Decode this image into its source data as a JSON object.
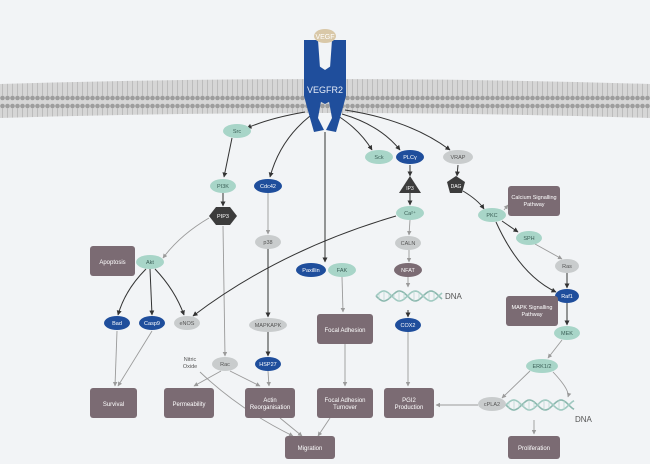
{
  "receptor": {
    "ligand": "VEGF",
    "name": "VEGFR2"
  },
  "nodes": {
    "src": "Src",
    "pi3k": "PI3K",
    "cdc42": "Cdc42",
    "pip3": "PIP3",
    "p38": "p38",
    "mapkapk": "MAPKAPK",
    "hsp27": "HSP27",
    "akt": "Akt",
    "apoptosis": "Apoptosis",
    "bad": "Bad",
    "casp9": "Casp9",
    "enos": "eNOS",
    "nitric_oxide": "Nitric\nOxide",
    "rac": "Rac",
    "survival": "Survival",
    "permeability": "Permeability",
    "actin": "Actin\nReorganisation",
    "migration": "Migration",
    "paxillin": "Paxillin",
    "fak": "FAK",
    "focal_adhesion": "Focal Adhesion",
    "focal_turnover": "Focal Adhesion\nTurnover",
    "sck": "Sck",
    "plcg": "PLCγ",
    "vrap": "VRAP",
    "ip3": "IP3",
    "dag": "DAG",
    "ca": "Ca²⁺",
    "caln": "CALN",
    "nfat": "NFAT",
    "cox2": "COX2",
    "pgi2": "PGI2\nProduction",
    "pkc": "PKC",
    "calcium_pathway": "Calcium Signalling\nPathway",
    "sph": "SPH",
    "ras": "Ras",
    "raf1": "Raf1",
    "mapk_pathway": "MAPK Signalling\nPathway",
    "mek": "MEK",
    "erk": "ERK1/2",
    "cpla2": "cPLA2",
    "proliferation": "Proliferation",
    "dna1": "DNA",
    "dna2": "DNA"
  },
  "colors": {
    "background": "#f2f4f6",
    "teal": "#a8d5c8",
    "navy": "#1f4e9c",
    "gray": "#c9cccd",
    "mauve": "#7b6b73",
    "dark": "#3c3c3c",
    "membrane": "#a7a7a7"
  }
}
